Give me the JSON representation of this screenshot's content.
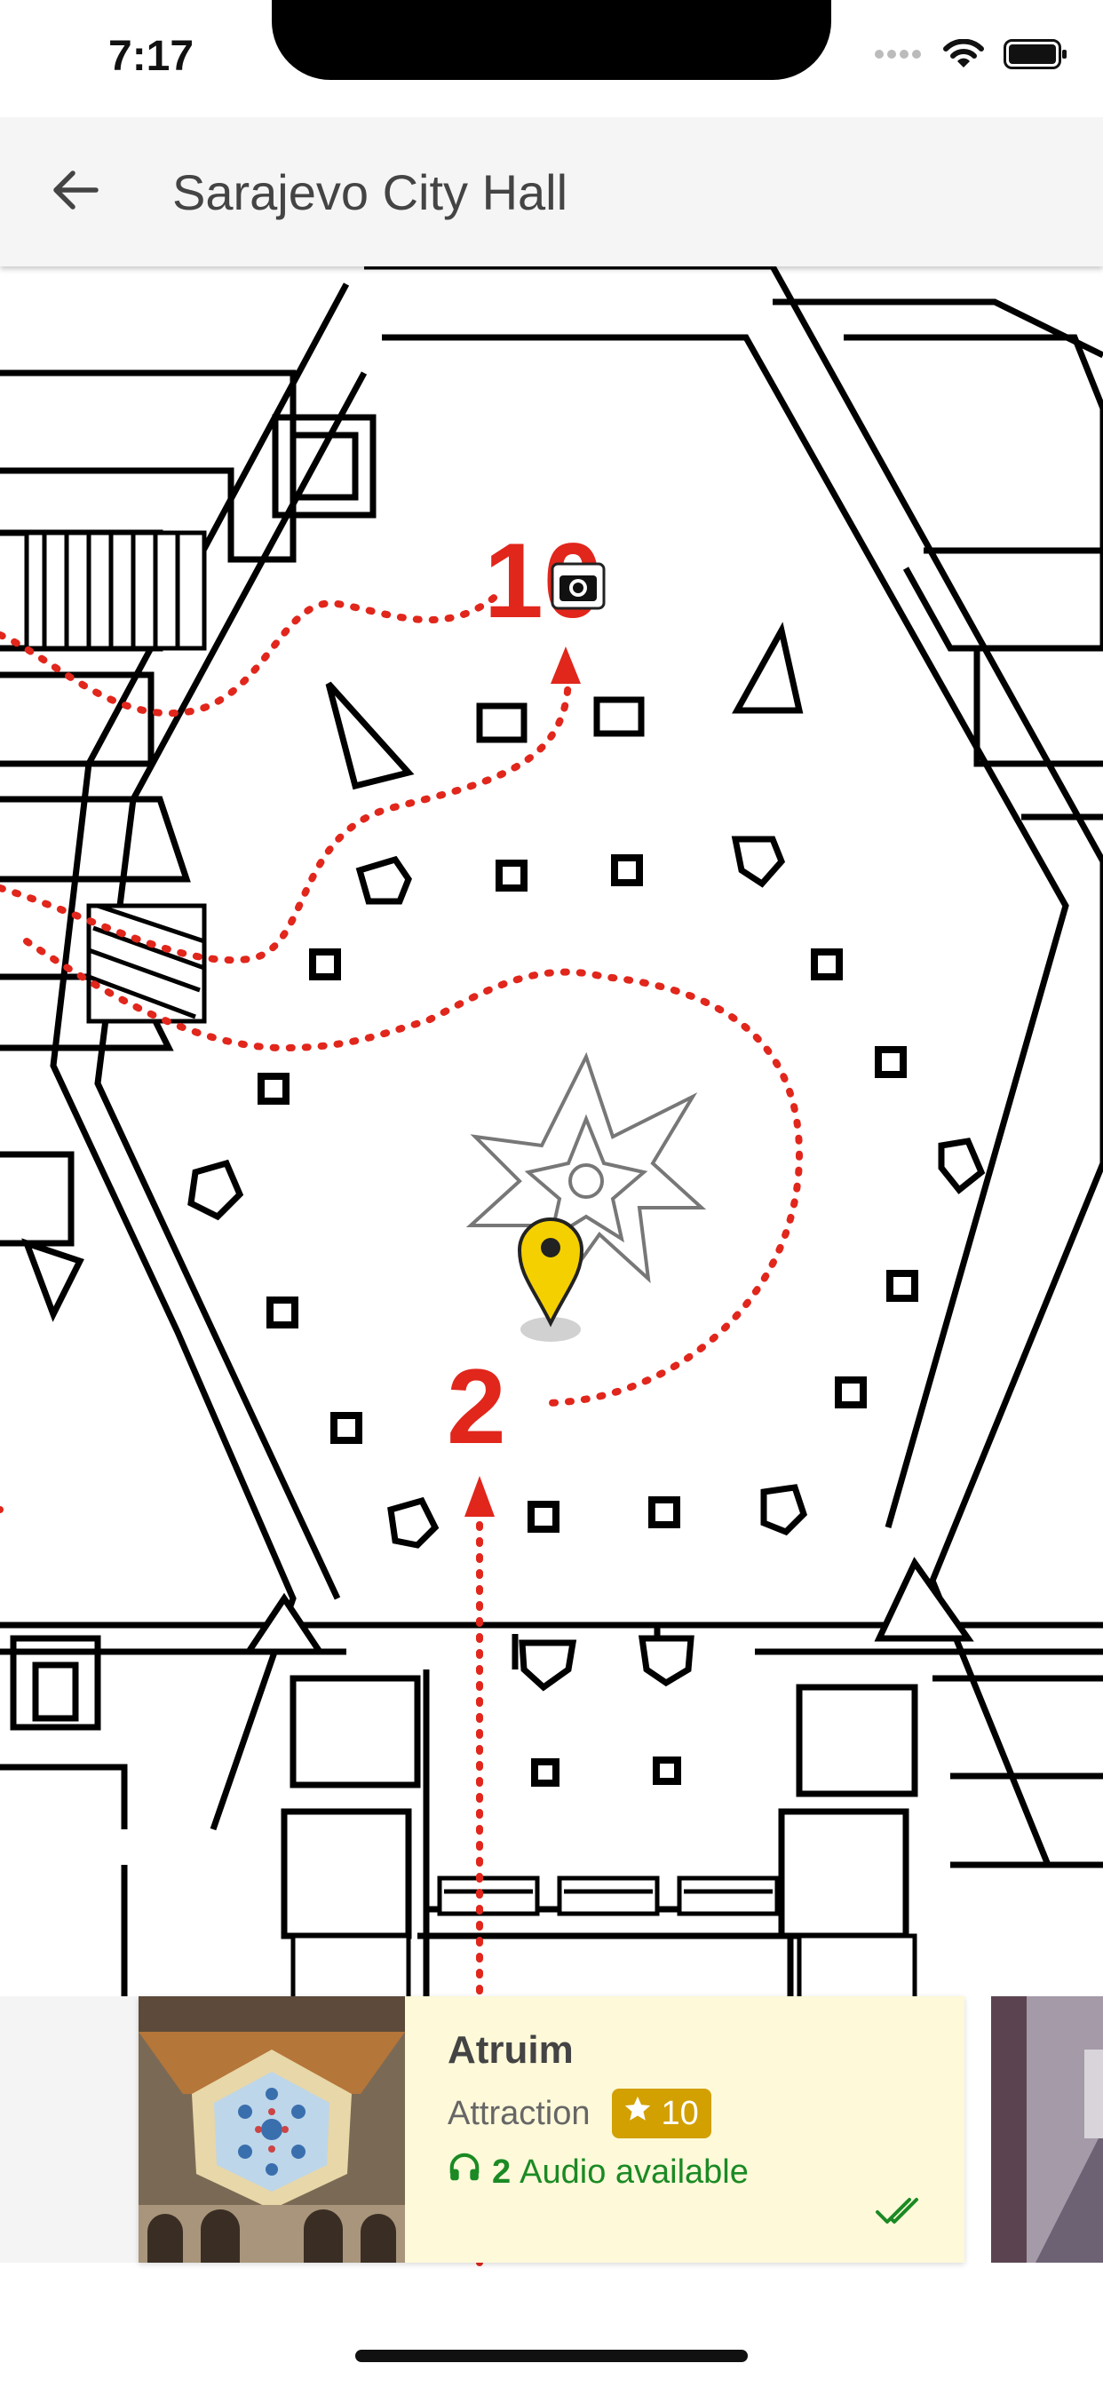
{
  "status_bar": {
    "time": "7:17"
  },
  "app_bar": {
    "title": "Sarajevo City Hall",
    "back_icon": "arrow-back-icon"
  },
  "map": {
    "stop_labels": [
      "10",
      "2"
    ],
    "route_color": "#e1261c",
    "pin_color": "#f5d000"
  },
  "cards": [
    {
      "name": "Atruim",
      "type": "Attraction",
      "rating": "10",
      "audio_count": "2",
      "audio_label": "Audio available"
    }
  ],
  "colors": {
    "card_background": "#fdf9d9",
    "badge": "#d2a000",
    "audio_green": "#1b8a24"
  }
}
